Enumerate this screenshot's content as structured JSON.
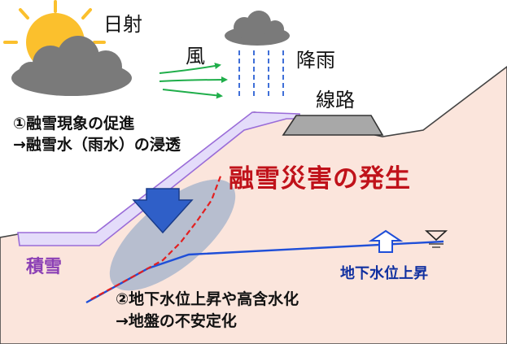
{
  "labels": {
    "sunshine": "日射",
    "wind": "風",
    "rainfall": "降雨",
    "track": "線路",
    "step1_line1": "①融雪現象の促進",
    "step1_line2": "→融雪水（雨水）の浸透",
    "disaster": "融雪災害の発生",
    "snow_cover": "積雪",
    "groundwater_rise": "地下水位上昇",
    "step2_line1": "②地下水位上昇や高含水化",
    "step2_line2": "→地盤の不安定化"
  },
  "colors": {
    "ground": "#fbe5dc",
    "snow": "#e4dcfa",
    "snow_edge": "#9a6cd8",
    "sun": "#fbc02d",
    "cloud": "#7a7a7a",
    "rain": "#3f6fd8",
    "wind_arrow": "#1fae4a",
    "track": "#a8a8a8",
    "disaster_text": "#c0121a",
    "slip_line": "#e32020",
    "water_line": "#1f4fd8",
    "infiltration_arrow": "#2f5fc8"
  },
  "icons": {
    "sun": "sun-icon",
    "cloud": "cloud-icon",
    "rain_cloud": "rain-cloud-icon",
    "wind": "wind-arrow-icon",
    "water_level": "water-level-triangle-icon",
    "up_arrow": "up-arrow-icon",
    "down_arrow": "down-arrow-icon"
  }
}
